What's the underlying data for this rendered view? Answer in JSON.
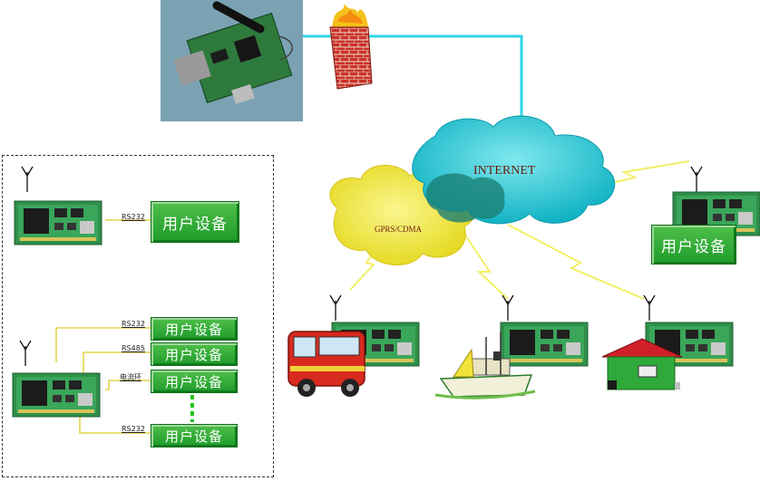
{
  "network": {
    "internet_label": "INTERNET",
    "gprs_label": "GPRS/CDMA"
  },
  "left_panel": {
    "top_port": "RS232",
    "top_device": "用户设备",
    "ports": [
      "RS232",
      "RS485",
      "电流环",
      "RS232"
    ],
    "devices": [
      "用户设备",
      "用户设备",
      "用户设备",
      "用户设备"
    ]
  },
  "right_device": "用户设备",
  "colors": {
    "internet_cloud": "#2ec9d2",
    "gprs_cloud": "#f3ea2e",
    "device_green": "#2aa637",
    "link_cyan": "#2fd6e6",
    "wireless_yellow": "#f2ef66",
    "photo_bg": "#7aa2b2"
  },
  "icons": [
    "gprs-module-photo",
    "firewall-icon",
    "modem-board-icon",
    "antenna-icon",
    "bus-icon",
    "ship-icon",
    "house-icon"
  ]
}
